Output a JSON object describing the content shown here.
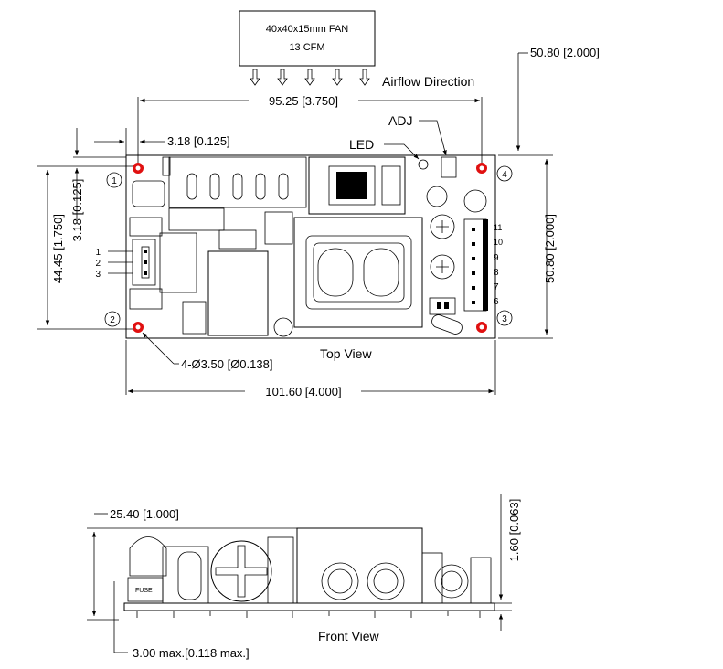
{
  "fan": {
    "line1": "40x40x15mm FAN",
    "line2": "13 CFM"
  },
  "labels": {
    "airflow": "Airflow Direction",
    "adj": "ADJ",
    "led": "LED",
    "top_view": "Top View",
    "front_view": "Front View",
    "fuse": "FUSE"
  },
  "dimensions": {
    "fan_offset": "50.80 [2.000]",
    "hole_spacing_x": "95.25 [3.750]",
    "hole_edge_offset": "3.18 [0.125]",
    "height_inner": "44.45 [1.750]",
    "height_edge_offset": "3.18 [0.125]",
    "height_total": "50.80 [2.000]",
    "holes": "4-Ø3.50 [Ø0.138]",
    "width_total": "101.60 [4.000]",
    "component_height": "25.40 [1.000]",
    "pcb_thickness": "1.60 [0.063]",
    "pin_length": "3.00 max.[0.118 max.]"
  },
  "holes": [
    "1",
    "2",
    "3",
    "4"
  ],
  "input_pins": [
    "1",
    "2",
    "3"
  ],
  "output_pins": [
    "11",
    "10",
    "9",
    "8",
    "7",
    "6"
  ]
}
